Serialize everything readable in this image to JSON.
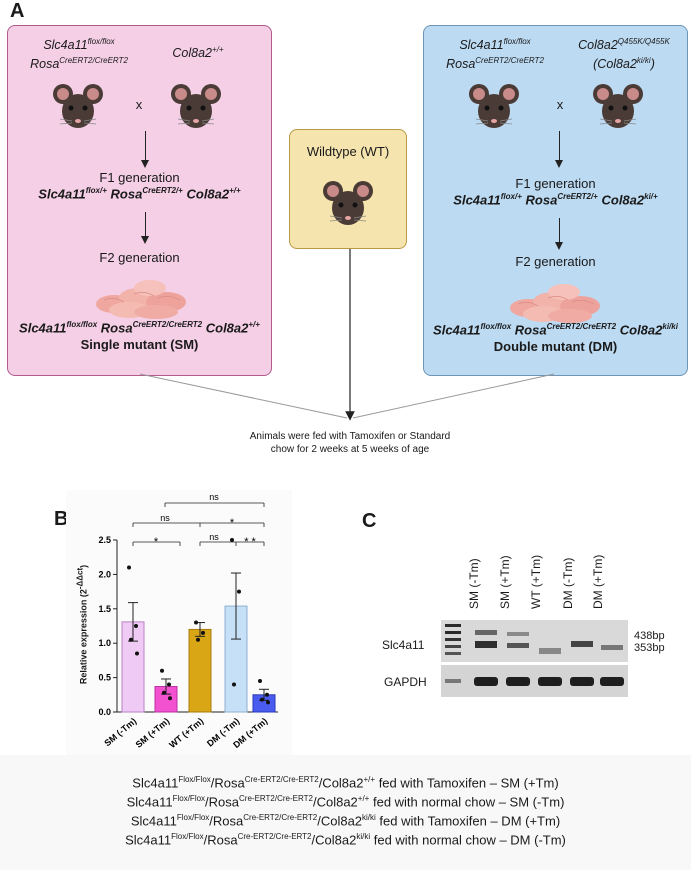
{
  "figure": {
    "panel_a": {
      "letter": "A",
      "sm_box": {
        "parent1_line1": "Slc4a11",
        "parent1_line1_sup": "flox/flox",
        "parent1_line2": "Rosa",
        "parent1_line2_sup": "CreERT2/CreERT2",
        "parent2": "Col8a2",
        "parent2_sup": "+/+",
        "cross": "x",
        "f1_label": "F1 generation",
        "f1_g1": "Slc4a11",
        "f1_g1_sup": "flox/+",
        "f1_g2": "Rosa",
        "f1_g2_sup": "CreERT2/+",
        "f1_g3": "Col8a2",
        "f1_g3_sup": "+/+",
        "f2_label": "F2 generation",
        "f2_g1": "Slc4a11",
        "f2_g1_sup": "flox/flox",
        "f2_g2": "Rosa",
        "f2_g2_sup": "CreERT2/CreERT2",
        "f2_g3": "Col8a2",
        "f2_g3_sup": "+/+",
        "mutant_label": "Single mutant (SM)"
      },
      "wt_box": {
        "label": "Wildtype (WT)"
      },
      "dm_box": {
        "parent1_line1": "Slc4a11",
        "parent1_line1_sup": "flox/flox",
        "parent1_line2": "Rosa",
        "parent1_line2_sup": "CreERT2/CreERT2",
        "parent2": "Col8a2",
        "parent2_sup": "Q455K/Q455K",
        "parent2_line2": "(Col8a2",
        "parent2_line2_sup": "ki/ki",
        "parent2_line2_end": ")",
        "cross": "x",
        "f1_label": "F1 generation",
        "f1_g1": "Slc4a11",
        "f1_g1_sup": "flox/+",
        "f1_g2": "Rosa",
        "f1_g2_sup": "CreERT2/+",
        "f1_g3": "Col8a2",
        "f1_g3_sup": "ki/+",
        "f2_label": "F2 generation",
        "f2_g1": "Slc4a11",
        "f2_g1_sup": "flox/flox",
        "f2_g2": "Rosa",
        "f2_g2_sup": "CreERT2/CreERT2",
        "f2_g3": "Col8a2",
        "f2_g3_sup": "ki/ki",
        "mutant_label": "Double mutant (DM)"
      },
      "feeding_note_l1": "Animals were fed with Tamoxifen or Standard",
      "feeding_note_l2": "chow for 2 weeks at 5 weeks of age"
    },
    "panel_b": {
      "letter": "B",
      "ylabel": "Relative expression (2",
      "ylabel_sup": "-ΔΔct",
      "ylabel_end": ")",
      "sig": {
        "sm_pair": "*",
        "wt_dm": "ns",
        "dm_pair": "* *",
        "sm_wt": "ns",
        "wt_dmtm": "*",
        "top": "ns"
      }
    },
    "panel_c": {
      "letter": "C",
      "lanes": [
        "SM (-Tm)",
        "SM (+Tm)",
        "WT (+Tm)",
        "DM (-Tm)",
        "DM (+Tm)"
      ],
      "row1_label": "Slc4a11",
      "row2_label": "GAPDH",
      "band_labels": [
        "438bp",
        "353bp"
      ]
    },
    "legend": [
      {
        "a": "Slc4a11",
        "a_sup": "Flox/Flox",
        "b": "/Rosa",
        "b_sup": "Cre-ERT2/Cre-ERT2",
        "c": "/Col8a2",
        "c_sup": "+/+",
        "d": " fed with Tamoxifen – SM (+Tm)"
      },
      {
        "a": "Slc4a11",
        "a_sup": "Flox/Flox",
        "b": "/Rosa",
        "b_sup": "Cre-ERT2/Cre-ERT2",
        "c": "/Col8a2",
        "c_sup": "+/+",
        "d": " fed with normal chow – SM (-Tm)"
      },
      {
        "a": "Slc4a11",
        "a_sup": "Flox/Flox",
        "b": "/Rosa",
        "b_sup": "Cre-ERT2/Cre-ERT2",
        "c": "/Col8a2",
        "c_sup": "ki/ki",
        "d": " fed with Tamoxifen – DM (+Tm)"
      },
      {
        "a": "Slc4a11",
        "a_sup": "Flox/Flox",
        "b": "/Rosa",
        "b_sup": "Cre-ERT2/Cre-ERT2",
        "c": "/Col8a2",
        "c_sup": "ki/ki",
        "d": " fed with normal chow – DM (-Tm)"
      }
    ]
  },
  "chart_data": {
    "type": "bar",
    "categories": [
      "SM (-Tm)",
      "SM (+Tm)",
      "WT (+Tm)",
      "DM (-Tm)",
      "DM (+Tm)"
    ],
    "values": [
      1.31,
      0.37,
      1.2,
      1.54,
      0.25
    ],
    "errors": [
      0.28,
      0.11,
      0.1,
      0.48,
      0.08
    ],
    "points": [
      [
        2.1,
        1.25,
        1.05,
        0.85
      ],
      [
        0.6,
        0.4,
        0.28,
        0.2
      ],
      [
        1.3,
        1.15,
        1.05
      ],
      [
        2.5,
        1.75,
        0.4
      ],
      [
        0.45,
        0.25,
        0.18,
        0.14
      ]
    ],
    "colors": [
      "#eecaf5",
      "#f251d0",
      "#d9a616",
      "#c6e0f7",
      "#4a5cf0"
    ],
    "edge_colors": [
      "#b882c6",
      "#b82ea4",
      "#a87c0c",
      "#8fb1d0",
      "#2a37b5"
    ],
    "ylim": [
      0,
      2.5
    ],
    "yticks": [
      "0.0",
      "0.5",
      "1.0",
      "1.5",
      "2.0",
      "2.5"
    ],
    "xlabel": "",
    "ylabel": "Relative expression (2^-ΔΔct)"
  }
}
